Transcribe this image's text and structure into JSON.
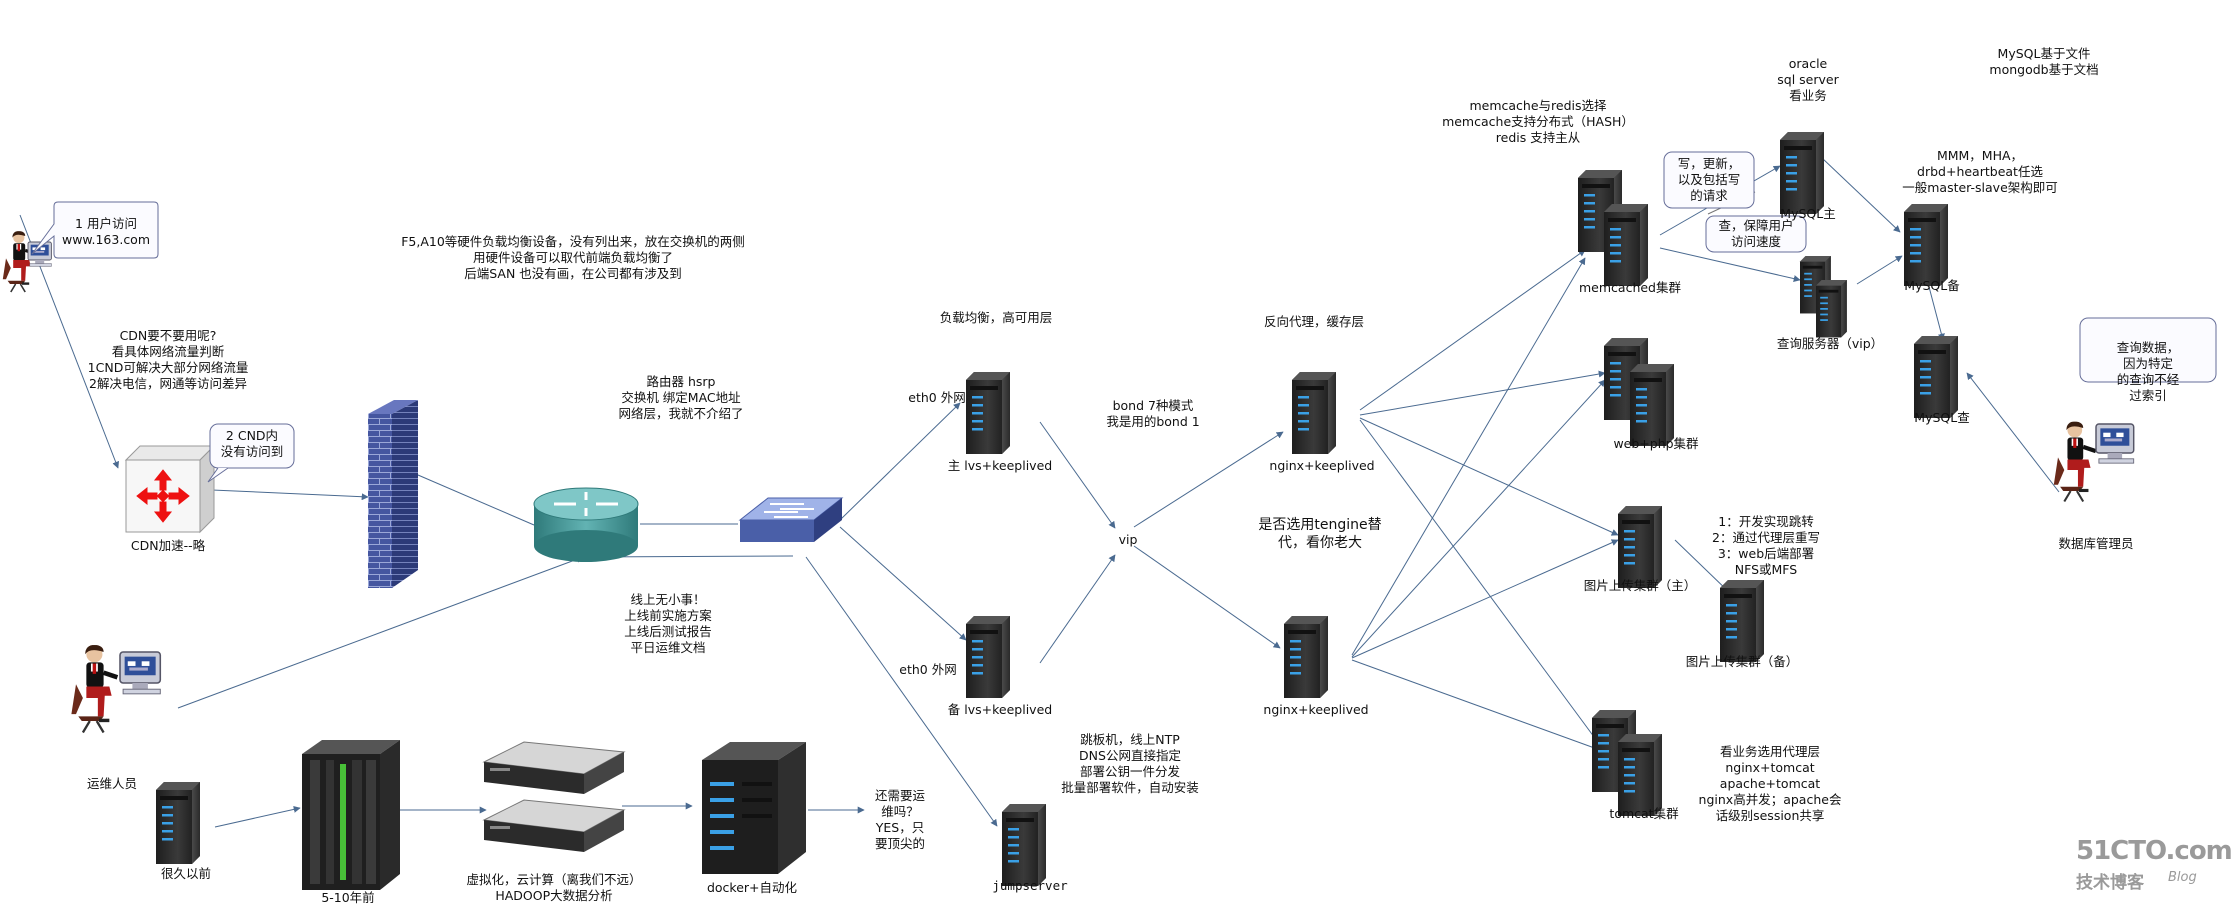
{
  "diagram": {
    "user_note": "1 用户访问\nwww.163.com",
    "cdn_question": "CDN要不要用呢?\n看具体网络流量判断\n1CND可解决大部分网络流量\n2解决电信，网通等访问差异",
    "cdn_note": "2  CND内\n没有访问到",
    "cdn_label": "CDN加速--略",
    "hw_lb_note": "F5,A10等硬件负载均衡设备，没有列出来，放在交换机的两侧\n用硬件设备可以取代前端负载均衡了\n后端SAN 也没有画，在公司都有涉及到",
    "router_note": "路由器 hsrp\n交换机  绑定MAC地址\n网络层，我就不介绍了",
    "lb_layer": "负载均衡，高可用层",
    "eth0_top": "eth0 外网",
    "lvs_master": "主   lvs+keeplived",
    "eth0_bottom": "eth0 外网",
    "lvs_backup": "备   lvs+keeplived",
    "bond_note": "bond 7种模式\n我是用的bond 1",
    "vip_label": "vip",
    "proxy_layer": "反向代理，缓存层",
    "nginx_top": "nginx+keeplived",
    "nginx_bottom": "nginx+keeplived",
    "tengine_note": "是否选用tengine替\n代，看你老大",
    "online_note": "线上无小事！\n上线前实施方案\n上线后测试报告\n平日运维文档",
    "ops_label": "运维人员",
    "old_server": "很久以前",
    "years_ago": "5-10年前",
    "cloud_label": "虚拟化，云计算（离我们不远）\nHADOOP大数据分析",
    "docker_label": "docker+自动化",
    "ops_question": "还需要运\n维吗？\nYES，只\n要顶尖的",
    "jump_note": "跳板机，线上NTP\nDNS公网直接指定\n部署公钥一件分发\n批量部署软件，自动安装",
    "jump_label": "jumpserver",
    "memcache_note": "memcache与redis选择\nmemcache支持分布式（HASH）\nredis 支持主从",
    "memcached_label": "memcached集群",
    "webphp_label": "web+php集群",
    "img_master_label": "图片上传集群（主）",
    "img_backup_label": "图片上传集群（备）",
    "img_notes": "1：开发实现跳转\n2：通过代理层重写\n3：web后端部署\nNFS或MFS",
    "tomcat_label": "tomcat集群",
    "tomcat_note": "看业务选用代理层\nnginx+tomcat\napache+tomcat\nnginx高并发；apache会\n话级别session共享",
    "oracle_note": "oracle\nsql server\n看业务",
    "write_note": "写，更新，\n以及包括写\n的请求",
    "read_note": "查，保障用户\n访问速度",
    "mysql_master": "MySQL主",
    "query_servers": "查询服务器（vip）",
    "mysql_doc_note": "MySQL基于文件\nmongodb基于文档",
    "mmm_note": "MMM，MHA，\ndrbd+heartbeat任选\n一般master-slave架构即可",
    "mysql_backup": "MySQL备",
    "mysql_query": "MySQL查",
    "dba_note": "查询数据，因为特定\n的查询不经过索引",
    "dba_label": "数据库管理员"
  },
  "watermark": {
    "site": "51CTO.com",
    "sub": "技术博客",
    "blog": "Blog"
  },
  "colors": {
    "arrow": "#4a6a90",
    "server_dark": "#2b2b2b",
    "server_led": "#3aa0e6",
    "callout_border": "#666e99",
    "firewall": "#3f4f8f",
    "router": "#3e8f8f",
    "switch": "#4a5fa8"
  },
  "icons": [
    "user-at-computer-icon",
    "cdn-box-icon",
    "firewall-icon",
    "router-icon",
    "switch-icon",
    "server-icon",
    "mainframe-icon",
    "rack-server-icon",
    "docker-server-icon",
    "admin-icon"
  ]
}
